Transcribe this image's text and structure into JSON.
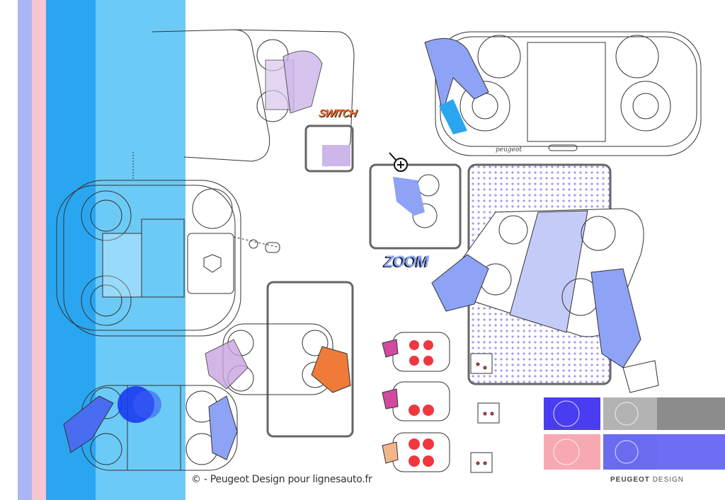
{
  "labels": {
    "switch": "SWITCH",
    "zoom": "ZOOM",
    "device_logo": "peugeot",
    "credit": "© - Peugeot Design pour lignesauto.fr",
    "brand_bold": "PEUGEOT",
    "brand_light": "DESIGN"
  },
  "colors": {
    "stripe_lavender": "#aab6f6",
    "stripe_pink": "#f6c6d2",
    "stripe_blue": "#2aa6f0",
    "stripe_lightblue": "#6ccaf7",
    "hand_blue": "#8ea2f6",
    "hand_pink": "#f4b6c6",
    "accent_orange": "#f07a3a",
    "accent_red": "#f0373f",
    "dot_purple": "#a898f0"
  }
}
